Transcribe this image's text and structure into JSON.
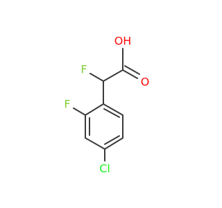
{
  "molecule": {
    "atoms": {
      "hydroxyl": {
        "label": "OH",
        "color": "#ff0d0d"
      },
      "carbonyl_oxygen": {
        "label": "O",
        "color": "#ff0d0d"
      },
      "alpha_fluorine": {
        "label": "F",
        "color": "#7fd03b"
      },
      "ring_fluorine": {
        "label": "F",
        "color": "#7fd03b"
      },
      "chlorine": {
        "label": "Cl",
        "color": "#1ff01f"
      }
    },
    "bond_color": "#3a3a3a",
    "background": "#ffffff"
  }
}
